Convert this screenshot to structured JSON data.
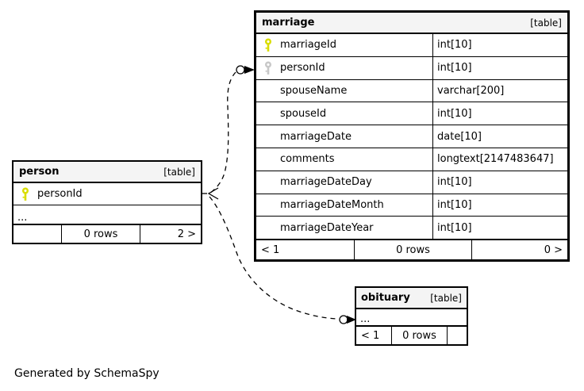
{
  "diagram": {
    "credit": "Generated by SchemaSpy",
    "colors": {
      "primary_key_icon": "#d9dd00",
      "foreign_key_icon": "#c8c8c8",
      "header_background": "#f4f4f4",
      "border": "#000000"
    }
  },
  "tables": {
    "marriage": {
      "name": "marriage",
      "badge": "[table]",
      "columns": [
        {
          "name": "marriageId",
          "type": "int[10]",
          "key": "primary-key"
        },
        {
          "name": "personId",
          "type": "int[10]",
          "key": "foreign-key"
        },
        {
          "name": "spouseName",
          "type": "varchar[200]",
          "key": ""
        },
        {
          "name": "spouseId",
          "type": "int[10]",
          "key": ""
        },
        {
          "name": "marriageDate",
          "type": "date[10]",
          "key": ""
        },
        {
          "name": "comments",
          "type": "longtext[2147483647]",
          "key": ""
        },
        {
          "name": "marriageDateDay",
          "type": "int[10]",
          "key": ""
        },
        {
          "name": "marriageDateMonth",
          "type": "int[10]",
          "key": ""
        },
        {
          "name": "marriageDateYear",
          "type": "int[10]",
          "key": ""
        }
      ],
      "footer": {
        "left": "< 1",
        "center": "0 rows",
        "right": "0 >"
      }
    },
    "person": {
      "name": "person",
      "badge": "[table]",
      "columns": [
        {
          "name": "personId",
          "type": "",
          "key": "primary-key"
        }
      ],
      "ellipsis": "...",
      "footer": {
        "left": "",
        "center": "0 rows",
        "right": "2 >"
      }
    },
    "obituary": {
      "name": "obituary",
      "badge": "[table]",
      "ellipsis": "...",
      "footer": {
        "left": "< 1",
        "center": "0 rows",
        "right": ""
      }
    }
  }
}
